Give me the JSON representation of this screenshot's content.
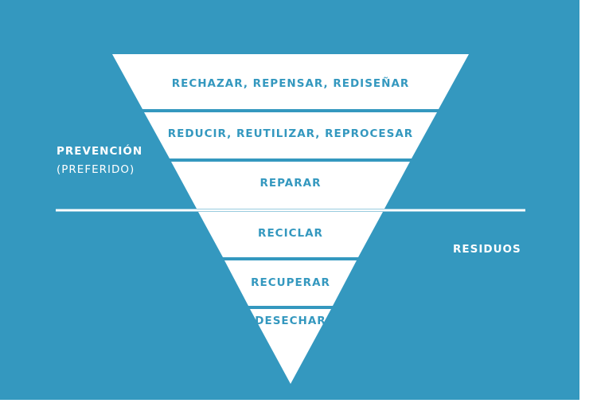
{
  "colors": {
    "background": "#3498bf",
    "pyramid": "#ffffff",
    "label_text": "#3498bf",
    "side_text": "#ffffff"
  },
  "tiers": [
    {
      "label": "RECHAZAR, REPENSAR, REDISEÑAR"
    },
    {
      "label": "REDUCIR, REUTILIZAR, REPROCESAR"
    },
    {
      "label": "REPARAR"
    },
    {
      "label": "RECICLAR"
    },
    {
      "label": "RECUPERAR"
    },
    {
      "label": "DESECHAR"
    }
  ],
  "prevention": {
    "title": "PREVENCIÓN",
    "subtitle": "(PREFERIDO)"
  },
  "waste": {
    "title": "RESIDUOS"
  }
}
